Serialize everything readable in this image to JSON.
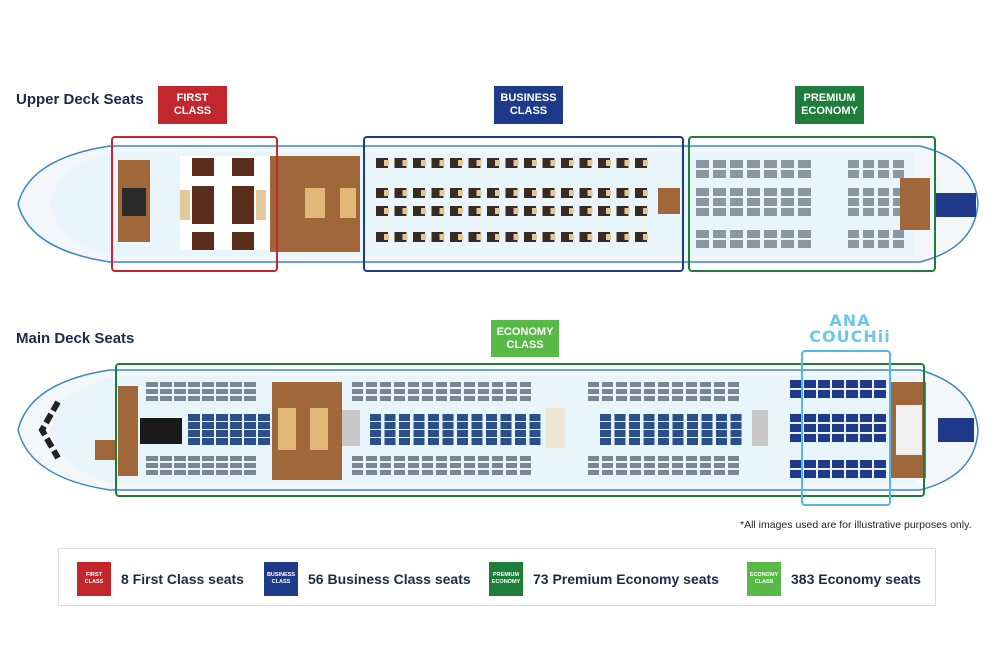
{
  "decks": {
    "upper_title": "Upper Deck Seats",
    "main_title": "Main Deck Seats"
  },
  "tags": {
    "first": "FIRST\nCLASS",
    "business": "BUSINESS\nCLASS",
    "premium": "PREMIUM\nECONOMY",
    "economy": "ECONOMY\nCLASS"
  },
  "brand": {
    "line1": "ANA",
    "line2": "COUCHii"
  },
  "note": "*All images used are for illustrative purposes only.",
  "legend": [
    {
      "badge": "FIRST\nCLASS",
      "text": "8 First Class seats",
      "color": "#c1272d"
    },
    {
      "badge": "BUSINESS\nCLASS",
      "text": "56 Business Class seats",
      "color": "#1f3a8a"
    },
    {
      "badge": "PREMIUM\nECONOMY",
      "text": "73 Premium Economy seats",
      "color": "#1e7d3a"
    },
    {
      "badge": "ECONOMY\nCLASS",
      "text": "383 Economy seats",
      "color": "#58b947"
    }
  ],
  "colors": {
    "first": "#c1272d",
    "business": "#1f3a8a",
    "premium": "#1e7d3a",
    "economy": "#58b947",
    "couchii": "#4fb8e8",
    "fuselage": "#3a86c8",
    "wood": "#a0683a"
  }
}
